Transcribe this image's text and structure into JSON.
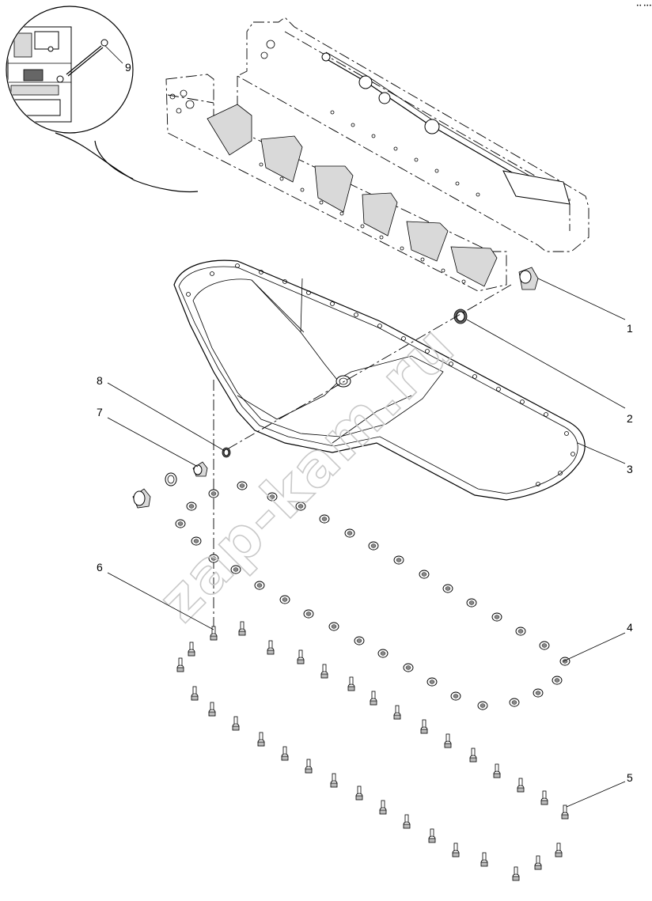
{
  "diagram": {
    "corner_mark": "•• •••",
    "watermark": "zap-kam.ru",
    "callouts": [
      {
        "label": "1"
      },
      {
        "label": "2"
      },
      {
        "label": "3"
      },
      {
        "label": "4"
      },
      {
        "label": "5"
      },
      {
        "label": "6"
      },
      {
        "label": "7"
      },
      {
        "label": "8"
      },
      {
        "label": "9"
      }
    ]
  }
}
